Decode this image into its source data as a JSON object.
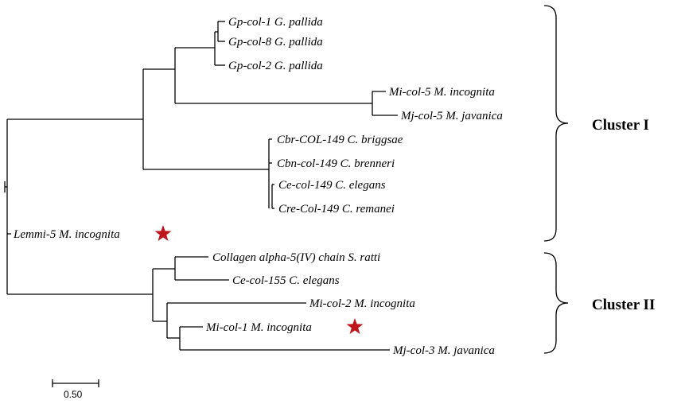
{
  "tree": {
    "taxa": [
      {
        "id": "gp1",
        "label": "Gp-col-1 G. pallida",
        "starred": false
      },
      {
        "id": "gp8",
        "label": "Gp-col-8 G. pallida",
        "starred": false
      },
      {
        "id": "gp2",
        "label": "Gp-col-2 G. pallida",
        "starred": false
      },
      {
        "id": "mi5",
        "label": "Mi-col-5 M. incognita",
        "starred": false
      },
      {
        "id": "mj5",
        "label": "Mj-col-5 M. javanica",
        "starred": false
      },
      {
        "id": "cbr",
        "label": "Cbr-COL-149 C. briggsae",
        "starred": false
      },
      {
        "id": "cbn",
        "label": "Cbn-col-149 C. brenneri",
        "starred": false
      },
      {
        "id": "ce149",
        "label": "Ce-col-149 C. elegans",
        "starred": false
      },
      {
        "id": "cre",
        "label": "Cre-Col-149 C. remanei",
        "starred": false
      },
      {
        "id": "lemmi",
        "label": "Lemmi-5 M. incognita",
        "starred": true
      },
      {
        "id": "sratti",
        "label": "Collagen alpha-5(IV) chain S. ratti",
        "starred": false
      },
      {
        "id": "ce155",
        "label": "Ce-col-155 C. elegans",
        "starred": false
      },
      {
        "id": "mi2",
        "label": "Mi-col-2 M. incognita",
        "starred": false
      },
      {
        "id": "mi1",
        "label": "Mi-col-1 M. incognita",
        "starred": true
      },
      {
        "id": "mj3",
        "label": "Mj-col-3 M. javanica",
        "starred": false
      }
    ],
    "clusters": [
      {
        "label": "Cluster I"
      },
      {
        "label": "Cluster II"
      }
    ],
    "scale_bar": {
      "label": "0.50",
      "value": 0.5
    },
    "star_color": "#c0141c"
  }
}
